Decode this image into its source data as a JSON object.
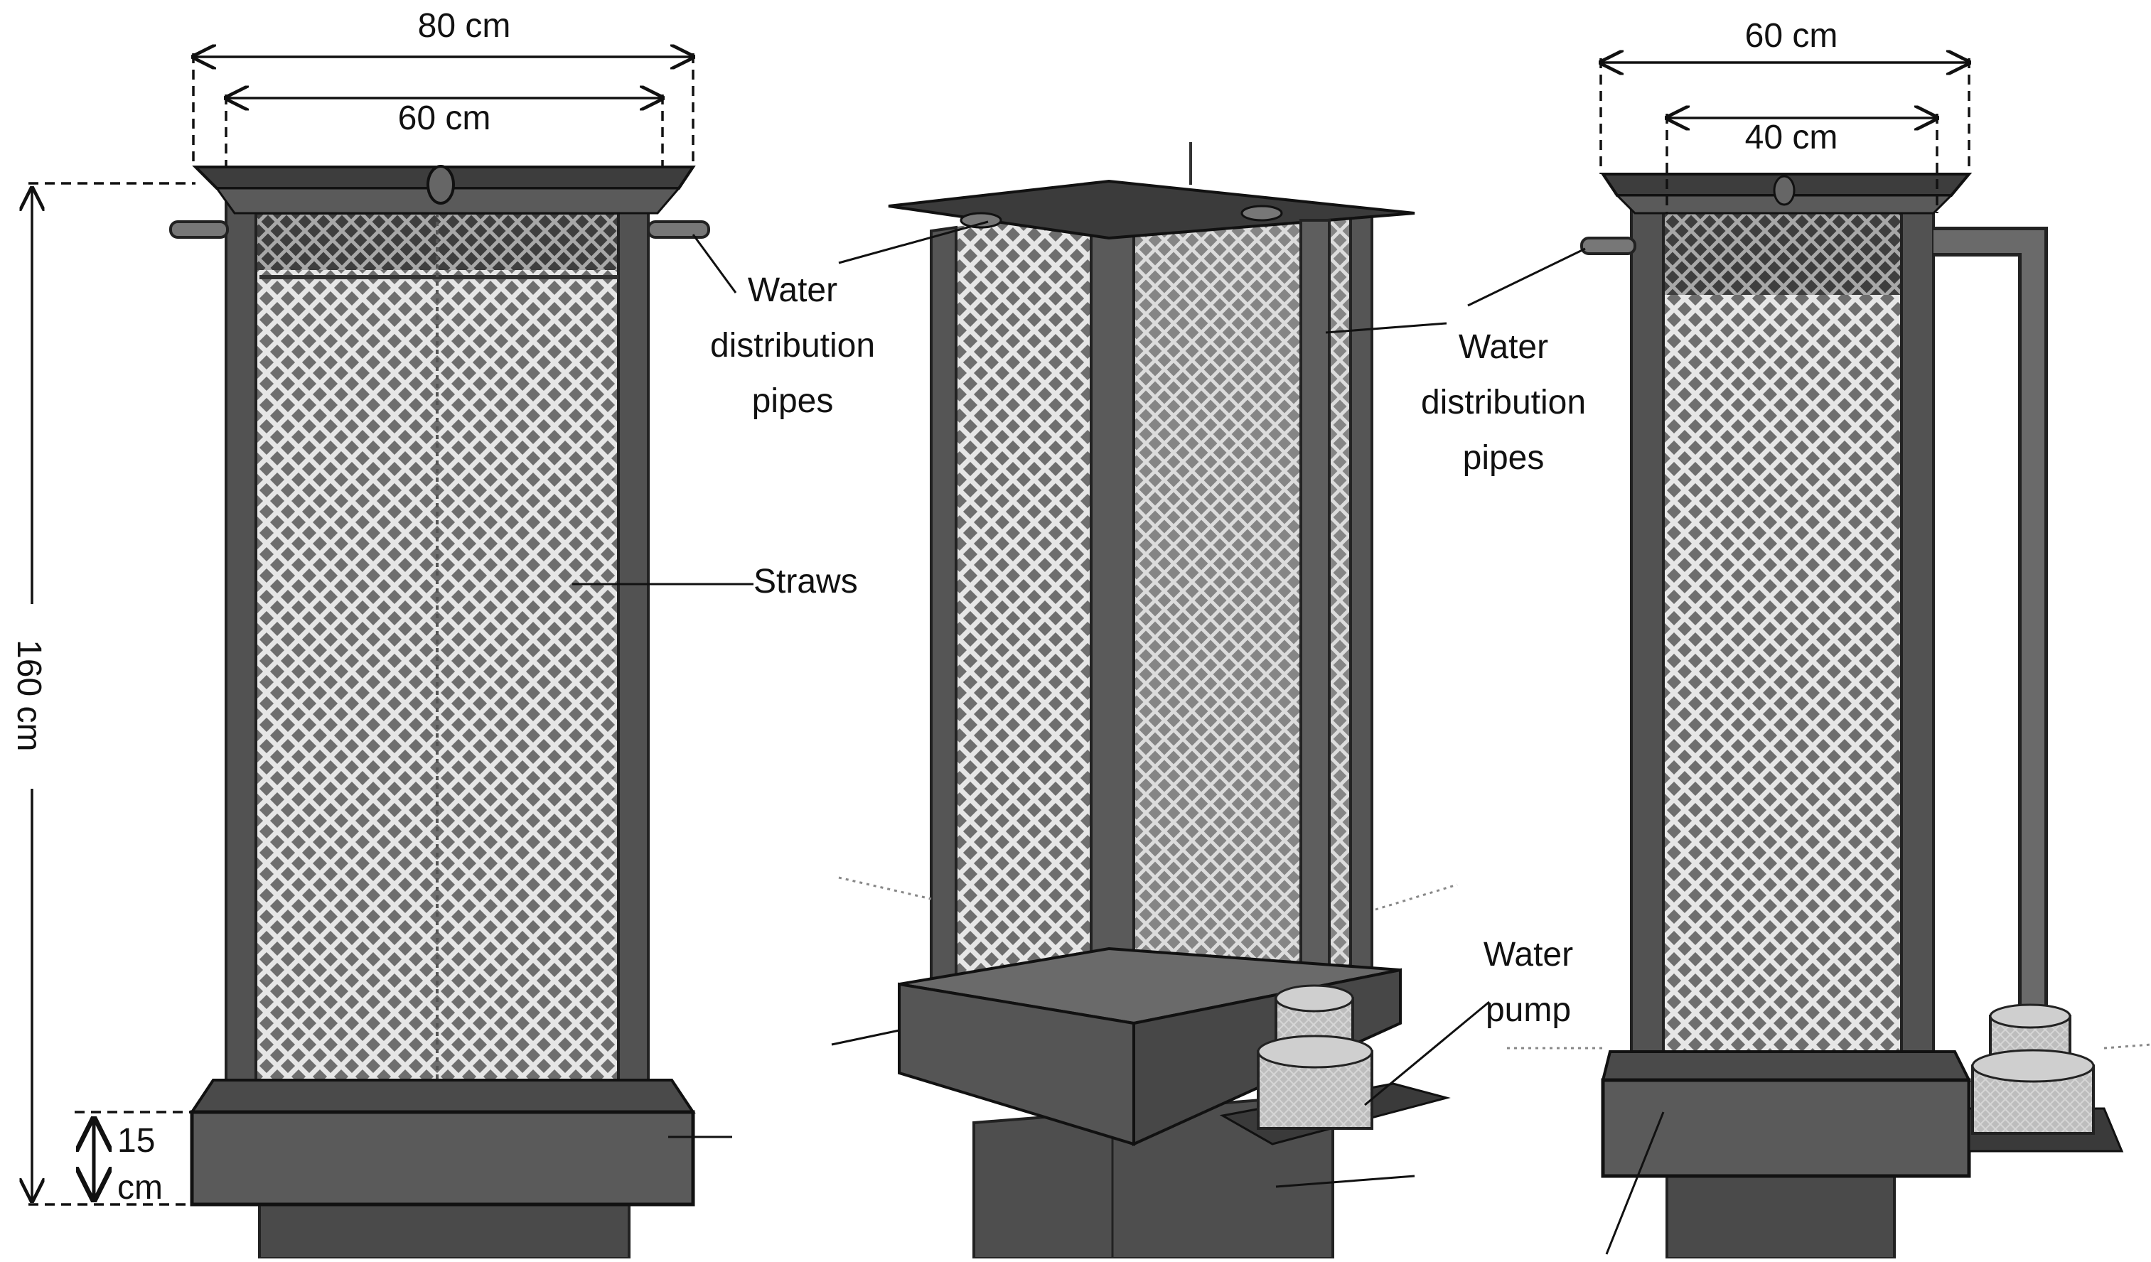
{
  "dimensions": {
    "left_outer_width": "80 cm",
    "left_inner_width": "60 cm",
    "height": "160  cm",
    "base_height_num": "15",
    "base_height_unit": "cm",
    "right_outer_width": "60 cm",
    "right_inner_width": "40 cm"
  },
  "labels": {
    "water_distribution_pipes_left": [
      "Water",
      "distribution",
      "pipes"
    ],
    "water_distribution_pipes_right": [
      "Water",
      "distribution",
      "pipes"
    ],
    "straws": "Straws",
    "water_pump": [
      "Water",
      "pump"
    ]
  },
  "colors": {
    "frame_dark": "#444444",
    "frame_mid": "#5a5a5a",
    "lattice_bg": "#7a7a7a",
    "lattice_line": "#e8e8e8",
    "pump_light": "#bdbdbd"
  }
}
